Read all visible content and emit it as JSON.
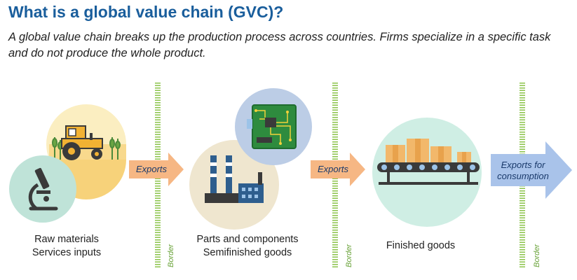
{
  "title": "What is a global value chain (GVC)?",
  "subtitle": "A global value chain breaks up the production process across countries. Firms specialize in a specific task and do not produce the whole product.",
  "stages": {
    "raw": {
      "line1": "Raw materials",
      "line2": "Services inputs"
    },
    "parts": {
      "line1": "Parts and components",
      "line2": "Semifinished goods"
    },
    "finished": {
      "line1": "Finished goods"
    }
  },
  "arrows": {
    "exports_1": "Exports",
    "exports_2": "Exports",
    "exports_final_line1": "Exports for",
    "exports_final_line2": "consumption"
  },
  "border_label": "Border",
  "colors": {
    "title_blue": "#1a5e9c",
    "arrow_orange": "#f6b784",
    "arrow_blue": "#a9c3ea",
    "border_green": "#8bc34a",
    "circle_teal": "#bfe3d8",
    "circle_yellow": "#fbeec1",
    "circle_beige": "#efe6cf",
    "circle_blue": "#bccde6",
    "circle_mint": "#cfeee4"
  },
  "icons": [
    "microscope-icon",
    "tractor-icon",
    "factory-icon",
    "circuit-board-icon",
    "conveyor-belt-icon"
  ]
}
